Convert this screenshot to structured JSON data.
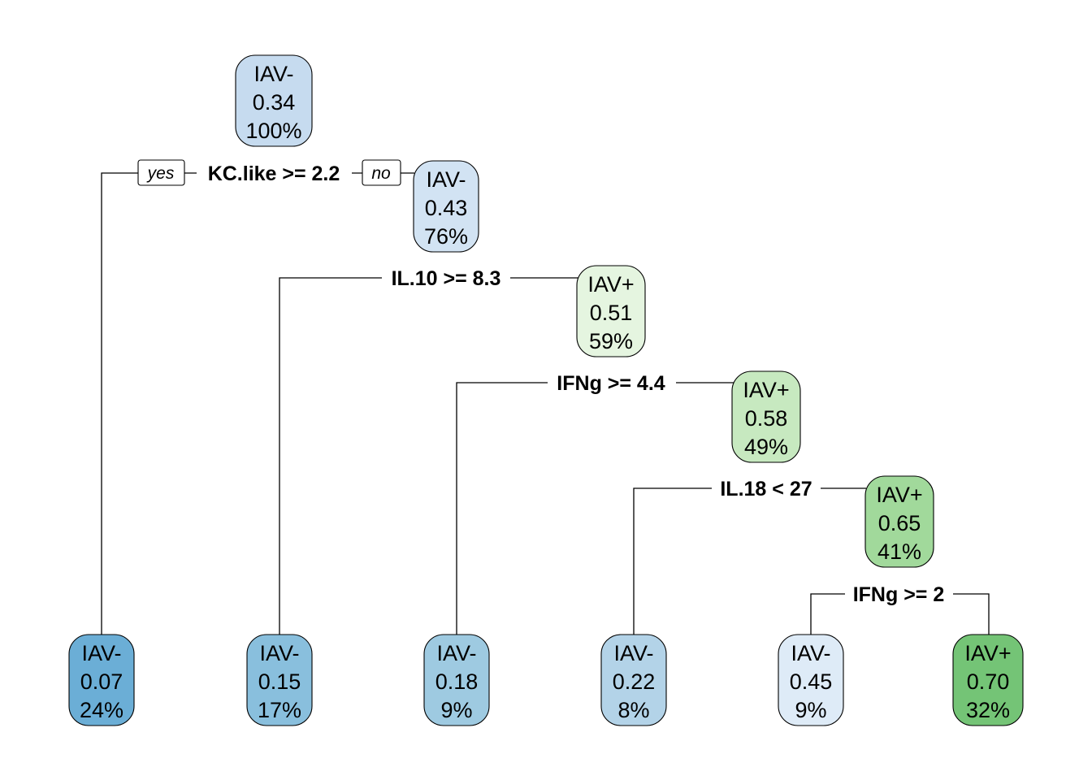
{
  "tree": {
    "branch_tags": {
      "yes": "yes",
      "no": "no"
    },
    "nodes": [
      {
        "id": "root",
        "class": "IAV-",
        "prob": "0.34",
        "pct": "100%",
        "fill": "#c6dbef"
      },
      {
        "id": "n2",
        "class": "IAV-",
        "prob": "0.43",
        "pct": "76%",
        "fill": "#d2e3f3"
      },
      {
        "id": "n3",
        "class": "IAV+",
        "prob": "0.51",
        "pct": "59%",
        "fill": "#e5f5e0"
      },
      {
        "id": "n4",
        "class": "IAV+",
        "prob": "0.58",
        "pct": "49%",
        "fill": "#c7e9c0"
      },
      {
        "id": "n5",
        "class": "IAV+",
        "prob": "0.65",
        "pct": "41%",
        "fill": "#a1d99b"
      },
      {
        "id": "l1",
        "class": "IAV-",
        "prob": "0.07",
        "pct": "24%",
        "fill": "#6baed6"
      },
      {
        "id": "l2",
        "class": "IAV-",
        "prob": "0.15",
        "pct": "17%",
        "fill": "#89bfdd"
      },
      {
        "id": "l3",
        "class": "IAV-",
        "prob": "0.18",
        "pct": "9%",
        "fill": "#9ecae1"
      },
      {
        "id": "l4",
        "class": "IAV-",
        "prob": "0.22",
        "pct": "8%",
        "fill": "#b3d3e8"
      },
      {
        "id": "l5",
        "class": "IAV-",
        "prob": "0.45",
        "pct": "9%",
        "fill": "#deebf7"
      },
      {
        "id": "l6",
        "class": "IAV+",
        "prob": "0.70",
        "pct": "32%",
        "fill": "#74c476"
      }
    ],
    "splits": [
      {
        "id": "s1",
        "rule": "KC.like >= 2.2"
      },
      {
        "id": "s2",
        "rule": "IL.10 >= 8.3"
      },
      {
        "id": "s3",
        "rule": "IFNg >= 4.4"
      },
      {
        "id": "s4",
        "rule": "IL.18 < 27"
      },
      {
        "id": "s5",
        "rule": "IFNg >= 2"
      }
    ]
  }
}
